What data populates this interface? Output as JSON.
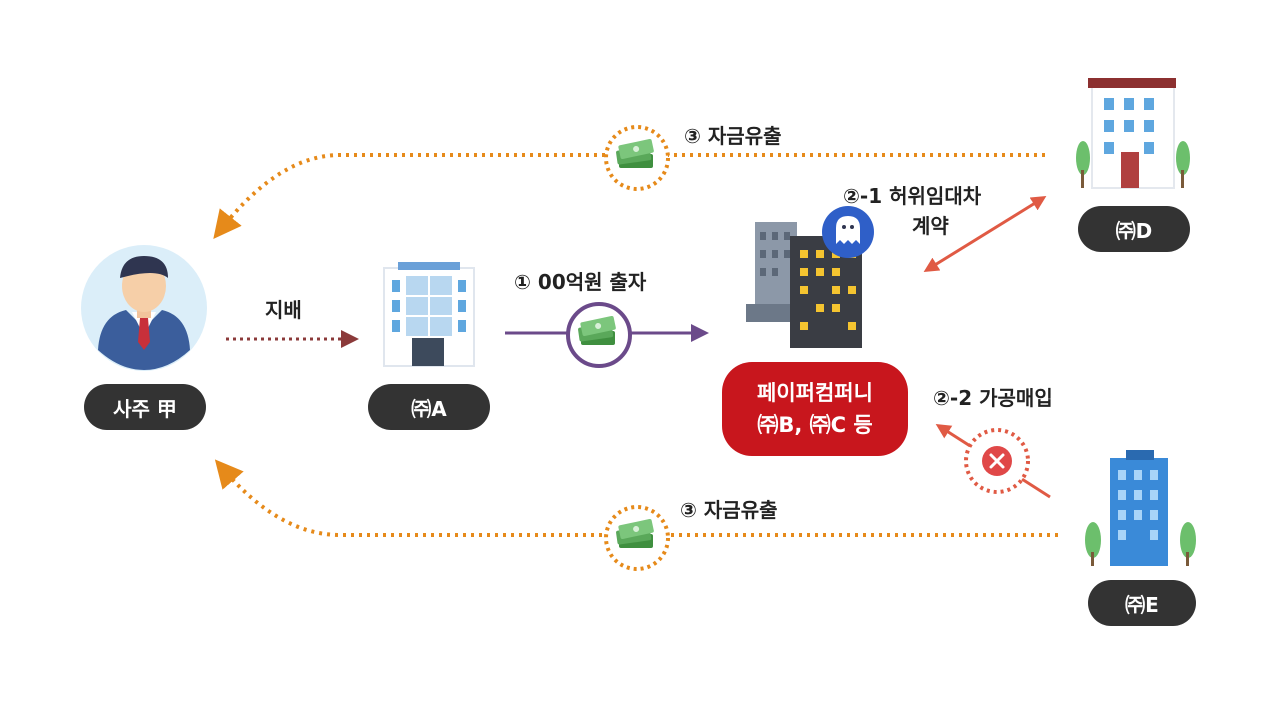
{
  "nodes": {
    "owner": "사주 甲",
    "company_a": "㈜A",
    "paper_company_line1": "페이퍼컴퍼니",
    "paper_company_line2": "㈜B, ㈜C 등",
    "company_d": "㈜D",
    "company_e": "㈜E"
  },
  "edges": {
    "control": "지배",
    "investment": "① 00억원 출자",
    "fake_lease_line1": "②-1 허위임대차",
    "fake_lease_line2": "계약",
    "fake_purchase": "②-2 가공매입",
    "outflow_top": "③ 자금유출",
    "outflow_bottom": "③ 자금유출"
  },
  "colors": {
    "pill": "#333333",
    "paper_company": "#c8161d",
    "outflow_arrow": "#e68a1a",
    "lease_arrow": "#e05a44",
    "investment_arrow": "#6b4a8a",
    "control_arrow": "#8b3a3a",
    "money": "#5aa85a"
  }
}
